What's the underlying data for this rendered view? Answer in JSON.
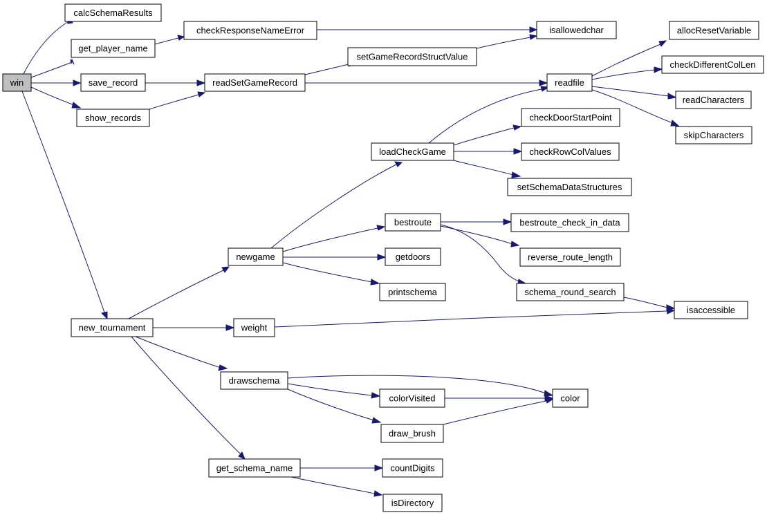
{
  "colors": {
    "edge": "#191970",
    "node_border": "#000000",
    "root_fill": "#bfbfbf",
    "node_fill": "#ffffff"
  },
  "graph": {
    "root": "win",
    "nodes": [
      {
        "id": "win",
        "label": "win"
      },
      {
        "id": "calcSchemaResults",
        "label": "calcSchemaResults"
      },
      {
        "id": "get_player_name",
        "label": "get_player_name"
      },
      {
        "id": "checkResponseNameError",
        "label": "checkResponseNameError"
      },
      {
        "id": "isallowedchar",
        "label": "isallowedchar"
      },
      {
        "id": "save_record",
        "label": "save_record"
      },
      {
        "id": "readSetGameRecord",
        "label": "readSetGameRecord"
      },
      {
        "id": "setGameRecordStructValue",
        "label": "setGameRecordStructValue"
      },
      {
        "id": "show_records",
        "label": "show_records"
      },
      {
        "id": "readfile",
        "label": "readfile"
      },
      {
        "id": "allocResetVariable",
        "label": "allocResetVariable"
      },
      {
        "id": "checkDifferentColLen",
        "label": "checkDifferentColLen"
      },
      {
        "id": "readCharacters",
        "label": "readCharacters"
      },
      {
        "id": "skipCharacters",
        "label": "skipCharacters"
      },
      {
        "id": "loadCheckGame",
        "label": "loadCheckGame"
      },
      {
        "id": "checkDoorStartPoint",
        "label": "checkDoorStartPoint"
      },
      {
        "id": "checkRowColValues",
        "label": "checkRowColValues"
      },
      {
        "id": "setSchemaDataStructures",
        "label": "setSchemaDataStructures"
      },
      {
        "id": "newgame",
        "label": "newgame"
      },
      {
        "id": "bestroute",
        "label": "bestroute"
      },
      {
        "id": "bestroute_check_in_data",
        "label": "bestroute_check_in_data"
      },
      {
        "id": "reverse_route_length",
        "label": "reverse_route_length"
      },
      {
        "id": "schema_round_search",
        "label": "schema_round_search"
      },
      {
        "id": "isaccessible",
        "label": "isaccessible"
      },
      {
        "id": "getdoors",
        "label": "getdoors"
      },
      {
        "id": "printschema",
        "label": "printschema"
      },
      {
        "id": "new_tournament",
        "label": "new_tournament"
      },
      {
        "id": "weight",
        "label": "weight"
      },
      {
        "id": "drawschema",
        "label": "drawschema"
      },
      {
        "id": "colorVisited",
        "label": "colorVisited"
      },
      {
        "id": "color",
        "label": "color"
      },
      {
        "id": "draw_brush",
        "label": "draw_brush"
      },
      {
        "id": "get_schema_name",
        "label": "get_schema_name"
      },
      {
        "id": "countDigits",
        "label": "countDigits"
      },
      {
        "id": "isDirectory",
        "label": "isDirectory"
      }
    ],
    "edges": [
      {
        "from": "win",
        "to": "calcSchemaResults"
      },
      {
        "from": "win",
        "to": "get_player_name"
      },
      {
        "from": "win",
        "to": "save_record"
      },
      {
        "from": "win",
        "to": "show_records"
      },
      {
        "from": "win",
        "to": "new_tournament"
      },
      {
        "from": "get_player_name",
        "to": "checkResponseNameError"
      },
      {
        "from": "checkResponseNameError",
        "to": "isallowedchar"
      },
      {
        "from": "save_record",
        "to": "readSetGameRecord"
      },
      {
        "from": "show_records",
        "to": "readSetGameRecord"
      },
      {
        "from": "readSetGameRecord",
        "to": "setGameRecordStructValue"
      },
      {
        "from": "readSetGameRecord",
        "to": "readfile"
      },
      {
        "from": "setGameRecordStructValue",
        "to": "isallowedchar"
      },
      {
        "from": "readfile",
        "to": "allocResetVariable"
      },
      {
        "from": "readfile",
        "to": "checkDifferentColLen"
      },
      {
        "from": "readfile",
        "to": "readCharacters"
      },
      {
        "from": "readfile",
        "to": "skipCharacters"
      },
      {
        "from": "loadCheckGame",
        "to": "readfile"
      },
      {
        "from": "loadCheckGame",
        "to": "checkDoorStartPoint"
      },
      {
        "from": "loadCheckGame",
        "to": "checkRowColValues"
      },
      {
        "from": "loadCheckGame",
        "to": "setSchemaDataStructures"
      },
      {
        "from": "newgame",
        "to": "loadCheckGame"
      },
      {
        "from": "newgame",
        "to": "bestroute"
      },
      {
        "from": "newgame",
        "to": "getdoors"
      },
      {
        "from": "newgame",
        "to": "printschema"
      },
      {
        "from": "bestroute",
        "to": "bestroute_check_in_data"
      },
      {
        "from": "bestroute",
        "to": "reverse_route_length"
      },
      {
        "from": "bestroute",
        "to": "schema_round_search"
      },
      {
        "from": "schema_round_search",
        "to": "isaccessible"
      },
      {
        "from": "new_tournament",
        "to": "newgame"
      },
      {
        "from": "new_tournament",
        "to": "weight"
      },
      {
        "from": "new_tournament",
        "to": "drawschema"
      },
      {
        "from": "new_tournament",
        "to": "get_schema_name"
      },
      {
        "from": "weight",
        "to": "isaccessible"
      },
      {
        "from": "drawschema",
        "to": "color"
      },
      {
        "from": "drawschema",
        "to": "colorVisited"
      },
      {
        "from": "drawschema",
        "to": "draw_brush"
      },
      {
        "from": "colorVisited",
        "to": "color"
      },
      {
        "from": "draw_brush",
        "to": "color"
      },
      {
        "from": "get_schema_name",
        "to": "countDigits"
      },
      {
        "from": "get_schema_name",
        "to": "isDirectory"
      }
    ]
  }
}
